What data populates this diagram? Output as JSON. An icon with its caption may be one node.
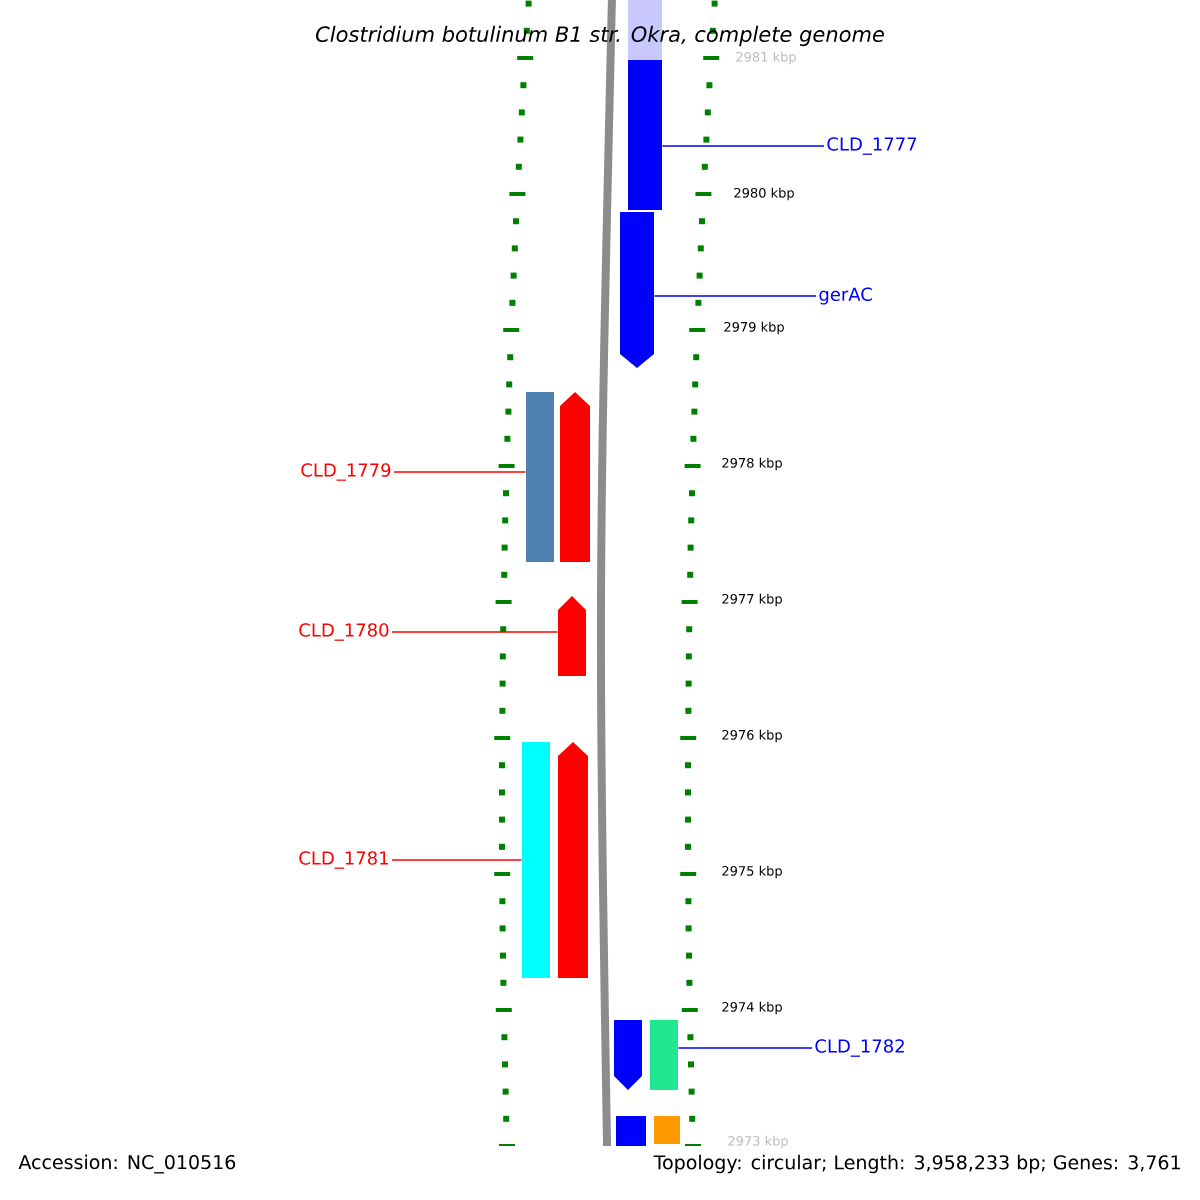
{
  "diagram": {
    "title": "Clostridium botulinum B1 str. Okra, complete genome",
    "nodes": [
      {
        "text": [
          "CLD_1777"
        ]
      },
      {
        "text": [],
        "shape": "bar"
      },
      {
        "text": [
          "gerAC"
        ]
      },
      {
        "text": [],
        "shape": "arrow"
      },
      {
        "text": [
          "CLD_1779"
        ]
      },
      {
        "text": [],
        "shape": "bar"
      },
      {
        "text": [
          "CLD_1780"
        ]
      },
      {
        "text": [],
        "shape": "arrow"
      },
      {
        "text": [
          "CLD_1781"
        ]
      },
      {
        "text": [],
        "shape": "bar"
      },
      {
        "text": [
          "CLD_1782"
        ]
      },
      {
        "text": [],
        "shape": "bar"
      }
    ],
    "edges": [
      {
        "from": 0,
        "to": 1,
        "arrow": "none",
        "color": "#0000ff"
      },
      {
        "from": 2,
        "to": 3,
        "arrow": "none",
        "color": "#0000ff"
      },
      {
        "from": 4,
        "to": 5,
        "arrow": "none",
        "color": "#ff0000"
      },
      {
        "from": 6,
        "to": 7,
        "arrow": "none",
        "color": "#ff0000"
      },
      {
        "from": 8,
        "to": 9,
        "arrow": "none",
        "color": "#ff0000"
      },
      {
        "from": 10,
        "to": 11,
        "arrow": "none",
        "color": "#0000ff"
      }
    ],
    "labels": [
      "2981 kbp",
      "2980 kbp",
      "2979 kbp",
      "2978 kbp",
      "2977 kbp",
      "2976 kbp",
      "2975 kbp",
      "2974 kbp",
      "2973 kbp",
      "Accession: NC_010516",
      "Topology: circular; Length: 3,958,233 bp; Genes: 3,761"
    ]
  }
}
